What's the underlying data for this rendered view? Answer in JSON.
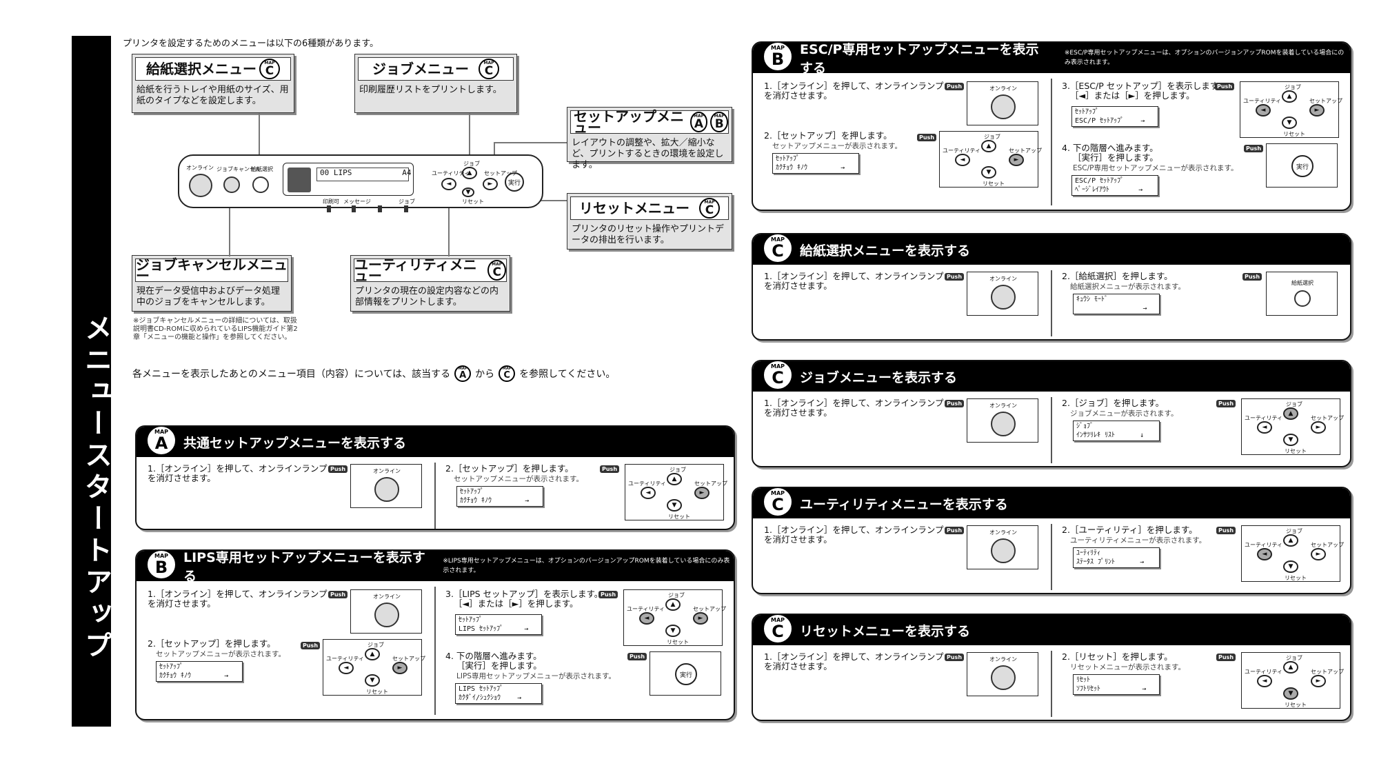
{
  "side_title": "メニュースタートアップ",
  "intro": "プリンタを設定するためのメニューは以下の6種類があります。",
  "menus": {
    "paper": {
      "title": "給紙選択メニュー",
      "badge": "C",
      "desc": "給紙を行うトレイや用紙のサイズ、用紙のタイプなどを設定します。"
    },
    "job": {
      "title": "ジョブメニュー",
      "badge": "C",
      "desc": "印刷履歴リストをプリントします。"
    },
    "setup": {
      "title": "セットアップメニュー",
      "badge1": "A",
      "badge2": "B",
      "desc": "レイアウトの調整や、拡大／縮小など、プリントするときの環境を設定します。"
    },
    "reset": {
      "title": "リセットメニュー",
      "badge": "C",
      "desc": "プリンタのリセット操作やプリントデータの排出を行います。"
    },
    "jobcancel": {
      "title": "ジョブキャンセルメニュー",
      "desc": "現在データ受信中およびデータ処理中のジョブをキャンセルします。"
    },
    "utility": {
      "title": "ユーティリティメニュー",
      "badge": "C",
      "desc": "プリンタの現在の設定内容などの内部情報をプリントします。"
    }
  },
  "jobcancel_note": "※ジョブキャンセルメニューの詳細については、取扱説明書CD-ROMに収められているLIPS機能ガイド第2章「メニューの機能と操作」を参照してください。",
  "panel": {
    "online": "オンライン",
    "jobcancel": "ジョブキャンセル",
    "paper": "給紙選択",
    "lcd": "00 LIPS           A4",
    "printable": "印刷可",
    "message": "メッセージ",
    "job_lamp": "ジョブ",
    "job": "ジョブ",
    "utility": "ユーティリティ",
    "setup": "セットアップ",
    "reset": "リセット",
    "exec": "実行"
  },
  "refer": {
    "pre": "各メニューを表示したあとのメニュー項目（内容）については、該当する",
    "from": "から",
    "post": "を参照してください。",
    "b1": "A",
    "b2": "C"
  },
  "map_label": "MAP",
  "push_label": "Push",
  "ctrl": {
    "job": "ジョブ",
    "utility": "ユーティリティ",
    "setup": "セットアップ",
    "reset": "リセット",
    "online": "オンライン",
    "exec": "実行",
    "paper": "給紙選択"
  },
  "sections": {
    "a": {
      "badge": "A",
      "title": "共通セットアップメニューを表示する",
      "s1": "1.［オンライン］を押して、オンラインランプを消灯させます。",
      "s2": "2.［セットアップ］を押します。",
      "s2sub": "セットアップメニューが表示されます。",
      "lcd1": "ｾｯﾄｱｯﾌﾟ",
      "lcd2": "ｶｸﾁｮｳ ｷﾉｳ        →"
    },
    "blips": {
      "badge": "B",
      "title": "LIPS専用セットアップメニューを表示する",
      "note": "※LIPS専用セットアップメニューは、オプションのバージョンアップROMを装着している場合にのみ表示されます。",
      "s1": "1.［オンライン］を押して、オンラインランプを消灯させます。",
      "s2": "2.［セットアップ］を押します。",
      "s2sub": "セットアップメニューが表示されます。",
      "lcd2a": "ｾｯﾄｱｯﾌﾟ",
      "lcd2b": "ｶｸﾁｮｳ ｷﾉｳ        →",
      "s3": "3.［LIPS セットアップ］を表示します。",
      "s3b": "［◄］または［►］を押します。",
      "lcd3a": "ｾｯﾄｱｯﾌﾟ",
      "lcd3b": "LIPS ｾｯﾄｱｯﾌﾟ     →",
      "s4": "4. 下の階層へ進みます。",
      "s4b": "［実行］を押します。",
      "s4sub": "LIPS専用セットアップメニューが表示されます。",
      "lcd4a": "LIPS ｾｯﾄｱｯﾌﾟ",
      "lcd4b": "ｶｸﾀﾞｲ/ｼｭｸｼｮｳ    →"
    },
    "besc": {
      "badge": "B",
      "title": "ESC/P専用セットアップメニューを表示する",
      "note": "※ESC/P専用セットアップメニューは、オプションのバージョンアップROMを装着している場合にのみ表示されます。",
      "s1": "1.［オンライン］を押して、オンラインランプを消灯させます。",
      "s2": "2.［セットアップ］を押します。",
      "s2sub": "セットアップメニューが表示されます。",
      "lcd2a": "ｾｯﾄｱｯﾌﾟ",
      "lcd2b": "ｶｸﾁｮｳ ｷﾉｳ        →",
      "s3": "3.［ESC/P セットアップ］を表示します。",
      "s3b": "［◄］または［►］を押します。",
      "lcd3a": "ｾｯﾄｱｯﾌﾟ",
      "lcd3b": "ESC/P ｾｯﾄｱｯﾌﾟ    →",
      "s4": "4. 下の階層へ進みます。",
      "s4b": "［実行］を押します。",
      "s4sub": "ESC/P専用セットアップメニューが表示されます。",
      "lcd4a": "ESC/P ｾｯﾄｱｯﾌﾟ",
      "lcd4b": "ﾍﾟｰｼﾞﾚｲｱｳﾄ       →"
    },
    "cpaper": {
      "badge": "C",
      "title": "給紙選択メニューを表示する",
      "s1": "1.［オンライン］を押して、オンラインランプを消灯させます。",
      "s2": "2.［給紙選択］を押します。",
      "s2sub": "給紙選択メニューが表示されます。",
      "lcd1": "ｷｭｳｼ ﾓｰﾄﾞ",
      "lcd2": "                →"
    },
    "cjob": {
      "badge": "C",
      "title": "ジョブメニューを表示する",
      "s1": "1.［オンライン］を押して、オンラインランプを消灯させます。",
      "s2": "2.［ジョブ］を押します。",
      "s2sub": "ジョブメニューが表示されます。",
      "lcd1": "ｼﾞｮﾌﾞ",
      "lcd2": "ｲﾝｻﾂﾘﾚｷ ﾘｽﾄ      ↓"
    },
    "cutil": {
      "badge": "C",
      "title": "ユーティリティメニューを表示する",
      "s1": "1.［オンライン］を押して、オンラインランプを消灯させます。",
      "s2": "2.［ユーティリティ］を押します。",
      "s2sub": "ユーティリティメニューが表示されます。",
      "lcd1": "ﾕｰﾃｨﾘﾃｨ",
      "lcd2": "ｽﾃｰﾀｽ ﾌﾟﾘﾝﾄ      →"
    },
    "creset": {
      "badge": "C",
      "title": "リセットメニューを表示する",
      "s1": "1.［オンライン］を押して、オンラインランプを消灯させます。",
      "s2": "2.［リセット］を押します。",
      "s2sub": "リセットメニューが表示されます。",
      "lcd1": "ﾘｾｯﾄ",
      "lcd2": "ｿﾌﾄﾘｾｯﾄ          →"
    }
  }
}
